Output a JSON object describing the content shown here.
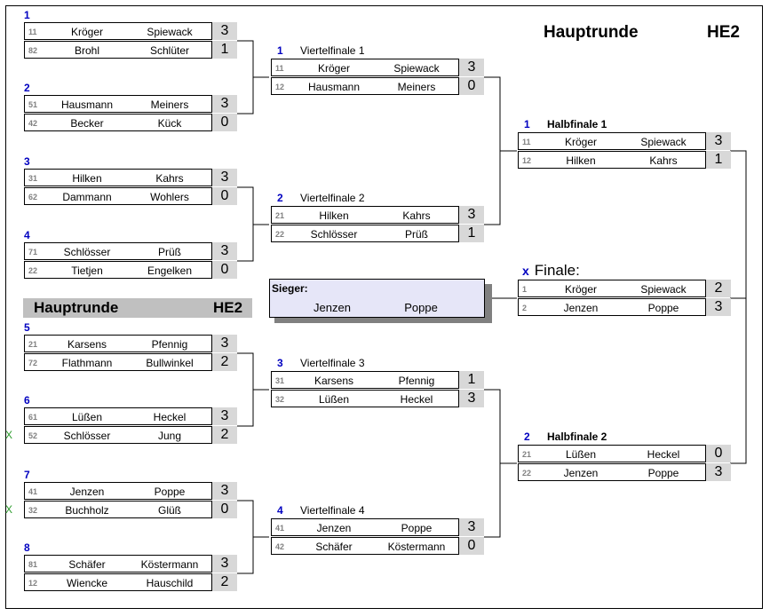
{
  "headings": {
    "main_title": "Hauptrunde",
    "main_class": "HE2",
    "left_title": "Hauptrunde",
    "left_class": "HE2"
  },
  "winner": {
    "label": "Sieger:",
    "player1": "Jenzen",
    "player2": "Poppe"
  },
  "final": {
    "marker": "x",
    "label": "Finale:",
    "rows": [
      {
        "seed": "1",
        "p1": "Kröger",
        "p2": "Spiewack",
        "score": "2"
      },
      {
        "seed": "2",
        "p1": "Jenzen",
        "p2": "Poppe",
        "score": "3"
      }
    ]
  },
  "round1": [
    {
      "num": "1",
      "rows": [
        {
          "seed": "11",
          "p1": "Kröger",
          "p2": "Spiewack",
          "score": "3",
          "mark": ""
        },
        {
          "seed": "82",
          "p1": "Brohl",
          "p2": "Schlüter",
          "score": "1",
          "mark": ""
        }
      ]
    },
    {
      "num": "2",
      "rows": [
        {
          "seed": "51",
          "p1": "Hausmann",
          "p2": "Meiners",
          "score": "3",
          "mark": ""
        },
        {
          "seed": "42",
          "p1": "Becker",
          "p2": "Kück",
          "score": "0",
          "mark": ""
        }
      ]
    },
    {
      "num": "3",
      "rows": [
        {
          "seed": "31",
          "p1": "Hilken",
          "p2": "Kahrs",
          "score": "3",
          "mark": ""
        },
        {
          "seed": "62",
          "p1": "Dammann",
          "p2": "Wohlers",
          "score": "0",
          "mark": ""
        }
      ]
    },
    {
      "num": "4",
      "rows": [
        {
          "seed": "71",
          "p1": "Schlösser",
          "p2": "Prüß",
          "score": "3",
          "mark": ""
        },
        {
          "seed": "22",
          "p1": "Tietjen",
          "p2": "Engelken",
          "score": "0",
          "mark": ""
        }
      ]
    },
    {
      "num": "5",
      "rows": [
        {
          "seed": "21",
          "p1": "Karsens",
          "p2": "Pfennig",
          "score": "3",
          "mark": ""
        },
        {
          "seed": "72",
          "p1": "Flathmann",
          "p2": "Bullwinkel",
          "score": "2",
          "mark": ""
        }
      ]
    },
    {
      "num": "6",
      "rows": [
        {
          "seed": "61",
          "p1": "Lüßen",
          "p2": "Heckel",
          "score": "3",
          "mark": ""
        },
        {
          "seed": "52",
          "p1": "Schlösser",
          "p2": "Jung",
          "score": "2",
          "mark": "X"
        }
      ]
    },
    {
      "num": "7",
      "rows": [
        {
          "seed": "41",
          "p1": "Jenzen",
          "p2": "Poppe",
          "score": "3",
          "mark": ""
        },
        {
          "seed": "32",
          "p1": "Buchholz",
          "p2": "Glüß",
          "score": "0",
          "mark": "X"
        }
      ]
    },
    {
      "num": "8",
      "rows": [
        {
          "seed": "81",
          "p1": "Schäfer",
          "p2": "Köstermann",
          "score": "3",
          "mark": ""
        },
        {
          "seed": "12",
          "p1": "Wiencke",
          "p2": "Hauschild",
          "score": "2",
          "mark": ""
        }
      ]
    }
  ],
  "quarterfinals": [
    {
      "num": "1",
      "title": "Viertelfinale   1",
      "rows": [
        {
          "seed": "11",
          "p1": "Kröger",
          "p2": "Spiewack",
          "score": "3"
        },
        {
          "seed": "12",
          "p1": "Hausmann",
          "p2": "Meiners",
          "score": "0"
        }
      ]
    },
    {
      "num": "2",
      "title": "Viertelfinale   2",
      "rows": [
        {
          "seed": "21",
          "p1": "Hilken",
          "p2": "Kahrs",
          "score": "3"
        },
        {
          "seed": "22",
          "p1": "Schlösser",
          "p2": "Prüß",
          "score": "1"
        }
      ]
    },
    {
      "num": "3",
      "title": "Viertelfinale   3",
      "rows": [
        {
          "seed": "31",
          "p1": "Karsens",
          "p2": "Pfennig",
          "score": "1"
        },
        {
          "seed": "32",
          "p1": "Lüßen",
          "p2": "Heckel",
          "score": "3"
        }
      ]
    },
    {
      "num": "4",
      "title": "Viertelfinale   4",
      "rows": [
        {
          "seed": "41",
          "p1": "Jenzen",
          "p2": "Poppe",
          "score": "3"
        },
        {
          "seed": "42",
          "p1": "Schäfer",
          "p2": "Köstermann",
          "score": "0"
        }
      ]
    }
  ],
  "semifinals": [
    {
      "num": "1",
      "title": "Halbfinale 1",
      "rows": [
        {
          "seed": "11",
          "p1": "Kröger",
          "p2": "Spiewack",
          "score": "3"
        },
        {
          "seed": "12",
          "p1": "Hilken",
          "p2": "Kahrs",
          "score": "1"
        }
      ]
    },
    {
      "num": "2",
      "title": "Halbfinale 2",
      "rows": [
        {
          "seed": "21",
          "p1": "Lüßen",
          "p2": "Heckel",
          "score": "0"
        },
        {
          "seed": "22",
          "p1": "Jenzen",
          "p2": "Poppe",
          "score": "3"
        }
      ]
    }
  ]
}
